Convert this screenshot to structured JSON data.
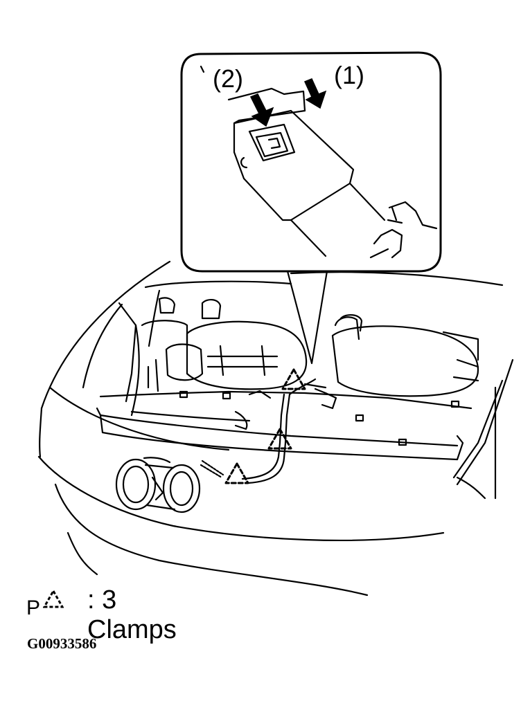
{
  "callouts": {
    "one": "(1)",
    "two": "(2)"
  },
  "legend": {
    "prefix": "P",
    "text": ": 3 Clamps",
    "symbol_icon": "dashed-triangle-clamp-icon"
  },
  "figure_id": "G00933586",
  "colors": {
    "line": "#000000",
    "background": "#ffffff"
  }
}
